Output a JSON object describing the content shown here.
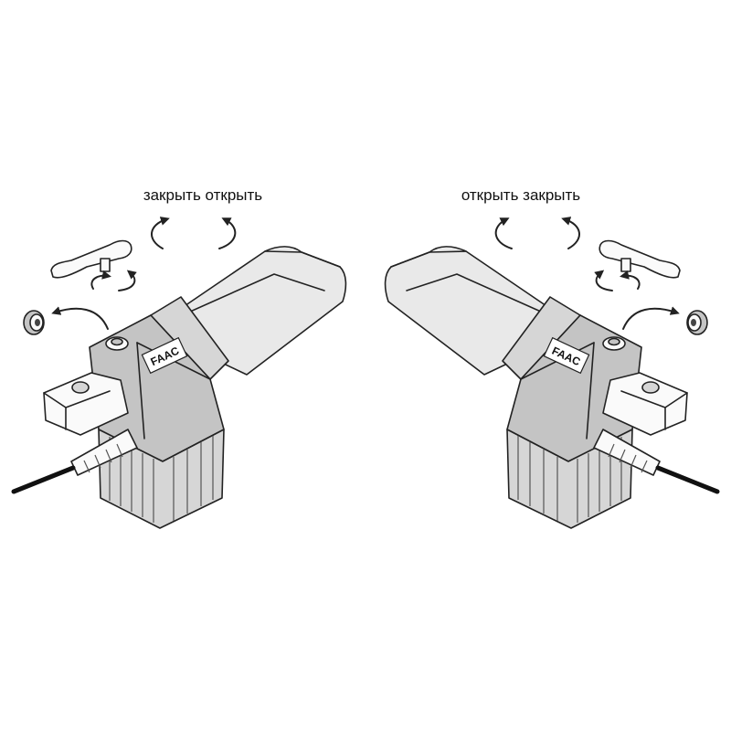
{
  "labels": {
    "left": "закрыть открыть",
    "right": "открыть закрыть"
  },
  "brand_logo": "FAAC",
  "icons": [
    "rotate-close-arrow-icon",
    "rotate-open-arrow-icon",
    "lever-key-icon",
    "cap-nut-icon",
    "cable-icon"
  ]
}
